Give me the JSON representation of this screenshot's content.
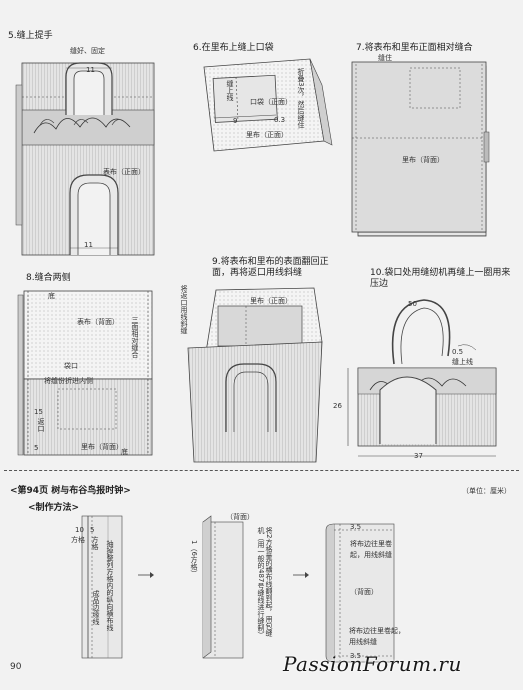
{
  "steps": {
    "s5": {
      "title": "5.缝上提手",
      "l1": "缝好、固定",
      "l2": "表布（正面）",
      "n1": "11",
      "n2": "11"
    },
    "s6": {
      "title": "6.在里布上缝上口袋",
      "l1": "缝上线",
      "l2": "口袋（正面）",
      "l3": "折叠3次，然后缝住",
      "l4": "里布（正面）",
      "n1": "9",
      "n2": "0.3"
    },
    "s7": {
      "title": "7.将表布和里布正面相对缝合",
      "l1": "缝住",
      "l2": "里布（背面）"
    },
    "s8": {
      "title": "8.缝合两侧",
      "l1": "底",
      "l2": "表布（背面）",
      "l3": "三面相对缝合",
      "l4": "袋口",
      "l5": "将缝份折进内侧",
      "l6": "15",
      "l7": "返口",
      "l8": "里布（背面）",
      "l9": "5",
      "l10": "底"
    },
    "s9": {
      "title1": "9.将表布和里布的表面翻回正",
      "title2": "面，再将返口用线斜缝",
      "l1": "里布（正面）",
      "l2": "将返口用线斜缝"
    },
    "s10": {
      "title1": "10.袋口处用缝纫机再缝上一圈用来",
      "title2": "压边",
      "n1": "50",
      "l1": "0.5",
      "l2": "缝上线",
      "n2": "26",
      "n3": "37"
    }
  },
  "section": {
    "title": "<第94页 树与布谷鸟报时钟>",
    "unit": "（单位：厘米）",
    "method": "<制作方法>"
  },
  "bottom": {
    "d1": {
      "n1": "10",
      "l1": "方格",
      "n2": "5",
      "l2": "方格",
      "l3": "抽掉整列方格内的纵向横布线",
      "l4": "成品边缘线"
    },
    "d2": {
      "l1": "（背面）",
      "l2": "1（6方格）",
      "l3": "将2方格量的横布线翻到起，用包缝机（用一般的487号缝线进行缝制）"
    },
    "d3": {
      "n1": "3.5",
      "l1": "将布边往里卷起，用线斜缝",
      "l2": "（背面）",
      "n2": "3.5",
      "l3": "将布边往里卷起，用线斜缝"
    }
  },
  "page": {
    "number": "90"
  },
  "watermark": "PassionForum.ru"
}
